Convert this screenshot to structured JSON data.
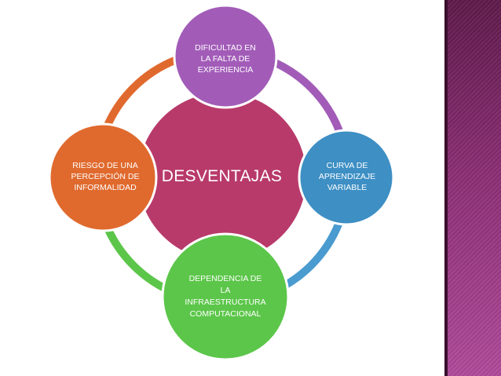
{
  "diagram": {
    "center": {
      "label": "DESVENTAJAS",
      "color": "#b83a6b"
    },
    "nodes": {
      "top": {
        "label": "DIFICULTAD EN\nLA FALTA DE\nEXPERIENCIA",
        "color": "#a25cb8",
        "arc_color": "#a25cb8"
      },
      "right": {
        "label": "CURVA DE\nAPRENDIZAJE\nVARIABLE",
        "color": "#3d8fc4",
        "arc_color": "#4a9bcf"
      },
      "bottom": {
        "label": "DEPENDENCIA DE\nLA\nINFRAESTRUCTURA\nCOMPUTACIONAL",
        "color": "#5cc64a",
        "arc_color": "#5cc64a"
      },
      "left": {
        "label": "RIESGO DE UNA\nPERCEPCIÓN DE\nINFORMALIDAD",
        "color": "#e06a2e",
        "arc_color": "#e06a2e"
      }
    },
    "side_strip_color": "#8a2d73"
  }
}
